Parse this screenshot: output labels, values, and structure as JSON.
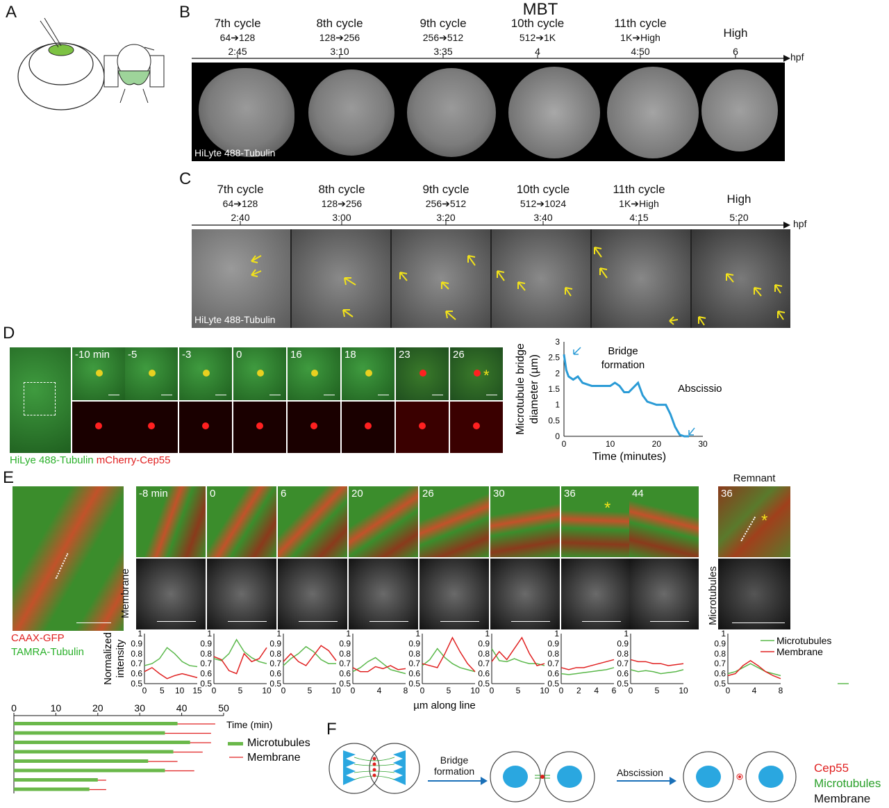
{
  "panels": {
    "A": "A",
    "B": "B",
    "C": "C",
    "D": "D",
    "E": "E",
    "F": "F"
  },
  "panelB": {
    "mbt": "MBT",
    "cycles": [
      {
        "name": "7th cycle",
        "cells": "64➔128",
        "time": "2:45"
      },
      {
        "name": "8th cycle",
        "cells": "128➔256",
        "time": "3:10"
      },
      {
        "name": "9th cycle",
        "cells": "256➔512",
        "time": "3:35"
      },
      {
        "name": "10th cycle",
        "cells": "512➔1K",
        "time": "4"
      },
      {
        "name": "11th cycle",
        "cells": "1K➔High",
        "time": "4:50"
      },
      {
        "name": "High",
        "cells": "",
        "time": "6"
      }
    ],
    "axis_unit": "hpf",
    "stain": "HiLyte 488-Tubulin"
  },
  "panelC": {
    "cycles": [
      {
        "name": "7th cycle",
        "cells": "64➔128",
        "time": "2:40"
      },
      {
        "name": "8th cycle",
        "cells": "128➔256",
        "time": "3:00"
      },
      {
        "name": "9th cycle",
        "cells": "256➔512",
        "time": "3:20"
      },
      {
        "name": "10th cycle",
        "cells": "512➔1024",
        "time": "3:40"
      },
      {
        "name": "11th cycle",
        "cells": "1K➔High",
        "time": "4:15"
      },
      {
        "name": "High",
        "cells": "",
        "time": "5:20"
      }
    ],
    "axis_unit": "hpf",
    "stain": "HiLyte 488-Tubulin"
  },
  "panelD": {
    "times": [
      "-10 min",
      "-5",
      "-3",
      "0",
      "16",
      "18",
      "23",
      "26"
    ],
    "legend_green": "HiLye 488-Tubulin",
    "legend_red": "mCherry-Cep55",
    "asterisk": "*"
  },
  "panelE": {
    "times": [
      "-8 min",
      "0",
      "6",
      "20",
      "26",
      "30",
      "36",
      "44"
    ],
    "remnant_title": "Remnant",
    "remnant_time": "36",
    "row_label_membrane": "Membrane",
    "row_label_microtubules": "Microtubules",
    "legend_red": "CAAX-GFP",
    "legend_green": "TAMRA-Tubulin",
    "ylabel": "Normalized intensity",
    "xlabel": "µm along line",
    "legend_mt": "Microtubules",
    "legend_mem": "Membrane",
    "asterisk": "*",
    "bars_time_label": "Time (min)",
    "bars_legend_mt": "Microtubules",
    "bars_legend_mem": "Membrane"
  },
  "panelF": {
    "arrow1": "Bridge formation",
    "arrow2": "Abscission",
    "legend": [
      {
        "label": "Cep55",
        "color": "#e02020"
      },
      {
        "label": "Microtubules",
        "color": "#2aa02a"
      },
      {
        "label": "Membrane",
        "color": "#111111"
      }
    ]
  },
  "chart_data": [
    {
      "type": "line",
      "xlabel": "Time (minutes)",
      "ylabel": "Microtubule bridge diameter (µm)",
      "xlim": [
        0,
        30
      ],
      "ylim": [
        0,
        3
      ],
      "xticks": [
        0,
        10,
        20,
        30
      ],
      "yticks": [
        0,
        0.5,
        1,
        1.5,
        2,
        2.5,
        3
      ],
      "annotations": [
        "Bridge formation",
        "Abscission"
      ],
      "series": [
        {
          "x": [
            0,
            0.5,
            1,
            2,
            3,
            4,
            6,
            8,
            10,
            11,
            12,
            13,
            14,
            16,
            17,
            18,
            20,
            22,
            23,
            24,
            25,
            26,
            27
          ],
          "y": [
            2.6,
            2.1,
            1.9,
            1.8,
            1.9,
            1.7,
            1.6,
            1.6,
            1.6,
            1.7,
            1.6,
            1.4,
            1.4,
            1.7,
            1.3,
            1.1,
            1.0,
            1.0,
            0.7,
            0.3,
            0.05,
            0,
            0
          ]
        }
      ]
    },
    {
      "type": "line",
      "ylabel": "Normalized intensity",
      "xlabel": "µm along line",
      "yticks": [
        "0.5",
        "0.6",
        "0.7",
        "0.8",
        "0.9",
        "1"
      ],
      "plots": [
        {
          "xlim": [
            0,
            15
          ],
          "xticks": [
            "0",
            "5",
            "10",
            "15"
          ],
          "mt": [
            0.68,
            0.7,
            0.75,
            0.86,
            0.8,
            0.72,
            0.68,
            0.67
          ],
          "mem": [
            0.62,
            0.66,
            0.6,
            0.55,
            0.58,
            0.6,
            0.58,
            0.56
          ]
        },
        {
          "xlim": [
            0,
            10
          ],
          "xticks": [
            "0",
            "5",
            "10"
          ],
          "mt": [
            0.75,
            0.73,
            0.8,
            0.94,
            0.82,
            0.76,
            0.72,
            0.7
          ],
          "mem": [
            0.77,
            0.74,
            0.63,
            0.6,
            0.8,
            0.72,
            0.75,
            0.86
          ]
        },
        {
          "xlim": [
            0,
            10
          ],
          "xticks": [
            "0",
            "5",
            "10"
          ],
          "mt": [
            0.68,
            0.75,
            0.8,
            0.87,
            0.82,
            0.74,
            0.7,
            0.7
          ],
          "mem": [
            0.72,
            0.8,
            0.72,
            0.68,
            0.78,
            0.88,
            0.83,
            0.73
          ]
        },
        {
          "xlim": [
            0,
            8
          ],
          "xticks": [
            "0",
            "4",
            "8"
          ],
          "mt": [
            0.62,
            0.66,
            0.72,
            0.76,
            0.7,
            0.64,
            0.62,
            0.6
          ],
          "mem": [
            0.66,
            0.62,
            0.62,
            0.67,
            0.65,
            0.68,
            0.64,
            0.65
          ]
        },
        {
          "xlim": [
            0,
            10
          ],
          "xticks": [
            "0",
            "5",
            "10"
          ],
          "mt": [
            0.68,
            0.74,
            0.85,
            0.76,
            0.7,
            0.66,
            0.64,
            0.62
          ],
          "mem": [
            0.7,
            0.68,
            0.66,
            0.8,
            0.96,
            0.82,
            0.7,
            0.62
          ]
        },
        {
          "xlim": [
            0,
            10
          ],
          "xticks": [
            "0",
            "5",
            "10"
          ],
          "mt": [
            0.85,
            0.73,
            0.72,
            0.75,
            0.72,
            0.7,
            0.7,
            0.68
          ],
          "mem": [
            0.72,
            0.82,
            0.74,
            0.85,
            0.96,
            0.8,
            0.68,
            0.7
          ]
        },
        {
          "xlim": [
            0,
            6
          ],
          "xticks": [
            "0",
            "2",
            "4",
            "6"
          ],
          "mt": [
            0.6,
            0.59,
            0.6,
            0.61,
            0.62,
            0.63,
            0.64,
            0.66
          ],
          "mem": [
            0.66,
            0.64,
            0.66,
            0.66,
            0.68,
            0.7,
            0.72,
            0.74
          ]
        },
        {
          "xlim": [
            0,
            10
          ],
          "xticks": [
            "0",
            "5",
            "10"
          ],
          "mt": [
            0.64,
            0.62,
            0.63,
            0.62,
            0.6,
            0.61,
            0.62,
            0.64
          ],
          "mem": [
            0.74,
            0.72,
            0.72,
            0.7,
            0.7,
            0.68,
            0.69,
            0.7
          ]
        },
        {
          "xlim": [
            0,
            8
          ],
          "xticks": [
            "0",
            "4",
            "8"
          ],
          "mt": [
            0.6,
            0.62,
            0.66,
            0.7,
            0.66,
            0.62,
            0.6,
            0.58
          ],
          "mem": [
            0.58,
            0.6,
            0.68,
            0.73,
            0.68,
            0.62,
            0.58,
            0.55
          ]
        }
      ]
    },
    {
      "type": "bar",
      "xlabel": "Time (min)",
      "xlim": [
        0,
        50
      ],
      "xticks": [
        0,
        10,
        20,
        30,
        40,
        50
      ],
      "series": [
        {
          "name": "Microtubules",
          "values": [
            39,
            36,
            42,
            38,
            32,
            36,
            20,
            18
          ]
        },
        {
          "name": "Membrane",
          "values": [
            48,
            47,
            47,
            45,
            39,
            43,
            22,
            22
          ]
        }
      ]
    }
  ]
}
